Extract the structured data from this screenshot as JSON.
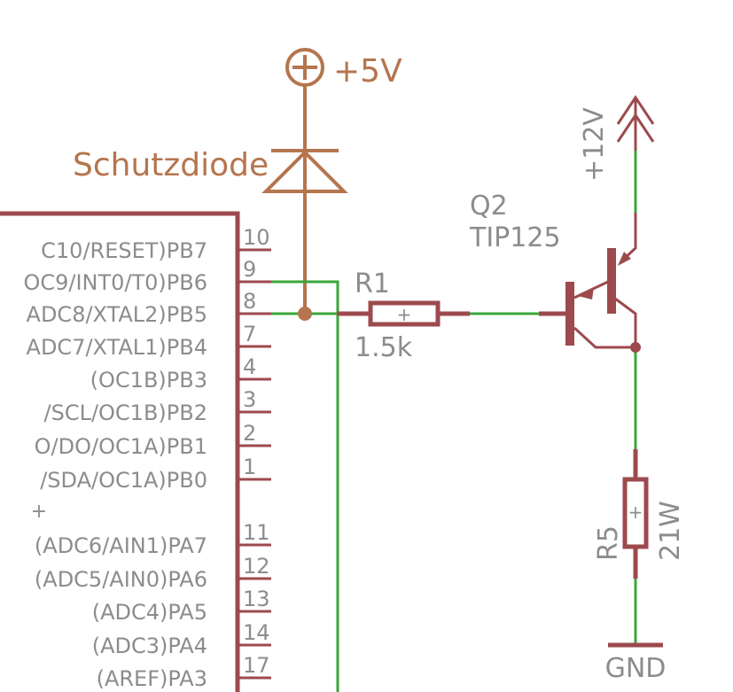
{
  "supply": {
    "label": "+5V"
  },
  "diode": {
    "label": "Schutzdiode"
  },
  "supply12": {
    "label": "+12V"
  },
  "transistor": {
    "name": "Q2",
    "value": "TIP125"
  },
  "r1": {
    "name": "R1",
    "value": "1.5k",
    "center_mark": "+"
  },
  "r5": {
    "name": "R5",
    "value": "21W",
    "center_mark": "+"
  },
  "ground": {
    "label": "GND"
  },
  "ic": {
    "center_mark": "+",
    "pins": [
      {
        "number": "10",
        "name": "C10/RESET)PB7"
      },
      {
        "number": "9",
        "name": "OC9/INT0/T0)PB6"
      },
      {
        "number": "8",
        "name": "ADC8/XTAL2)PB5"
      },
      {
        "number": "7",
        "name": "ADC7/XTAL1)PB4"
      },
      {
        "number": "4",
        "name": "(OC1B)PB3"
      },
      {
        "number": "3",
        "name": "/SCL/OC1B)PB2"
      },
      {
        "number": "2",
        "name": "O/DO/OC1A)PB1"
      },
      {
        "number": "1",
        "name": "/SDA/OC1A)PB0"
      },
      {
        "number": "11",
        "name": "(ADC6/AIN1)PA7"
      },
      {
        "number": "12",
        "name": "(ADC5/AIN0)PA6"
      },
      {
        "number": "13",
        "name": "(ADC4)PA5"
      },
      {
        "number": "14",
        "name": "(ADC3)PA4"
      },
      {
        "number": "17",
        "name": "(AREF)PA3"
      }
    ]
  },
  "colors": {
    "symbol": "#9c4a4e",
    "net": "#3aa63a",
    "diode": "#b5754e",
    "label": "#8c8c8c"
  }
}
